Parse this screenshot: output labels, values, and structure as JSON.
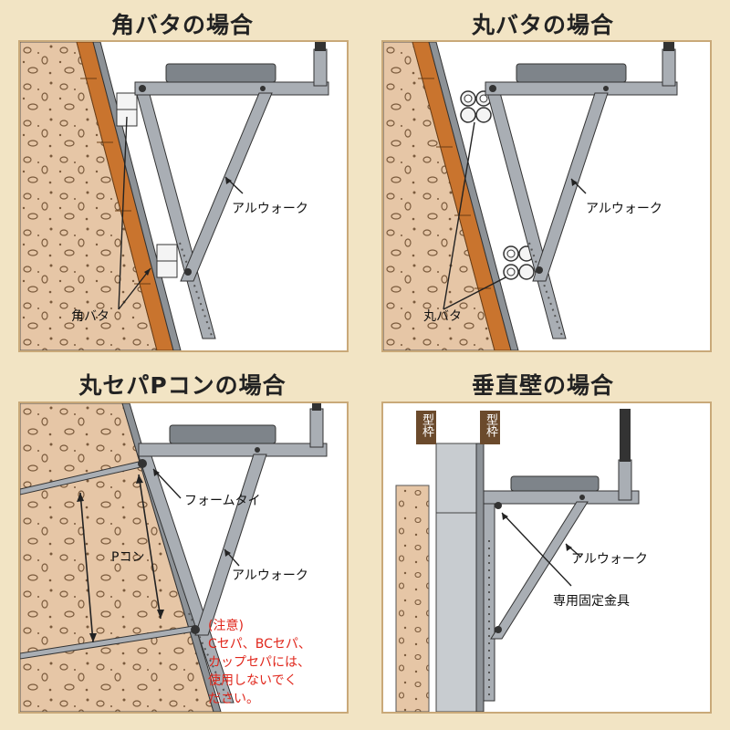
{
  "panels": {
    "kaku": {
      "title": "角バタの場合",
      "walk_label": "アルウォーク",
      "part_label": "角バタ"
    },
    "maru": {
      "title": "丸バタの場合",
      "walk_label": "アルウォーク",
      "part_label": "丸バタ"
    },
    "sepa": {
      "title": "丸セパPコンの場合",
      "walk_label": "アルウォーク",
      "formtie_label": "フォームタイ",
      "pcon_label": "Pコン",
      "note": [
        "(注意)",
        "Cセパ、BCセパ、",
        "カップセパには、",
        "使用しないでく",
        "ださい。"
      ]
    },
    "vert": {
      "title": "垂直壁の場合",
      "walk_label": "アルウォーク",
      "fitting_label": "専用固定金具",
      "formwork_label_1": "型枠",
      "formwork_label_2": "型枠"
    }
  },
  "colors": {
    "background": "#f2e4c4",
    "panel_border": "#c9a979",
    "concrete": "#e6c6a6",
    "wood": "#c9742e",
    "steel": "#a9aeb4",
    "note": "#e0261b",
    "formwork_tag": "#6b4a2c"
  }
}
